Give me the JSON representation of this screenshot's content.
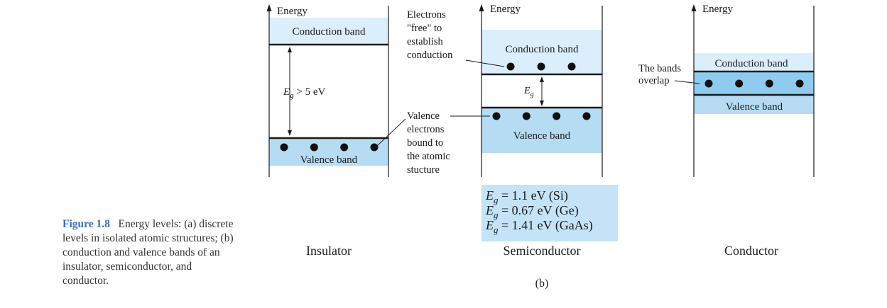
{
  "caption": {
    "figure_label": "Figure 1.8",
    "text": "Energy levels: (a) discrete levels in isolated atomic structures; (b) conduction and valence bands of an insulator, semiconductor, and conductor."
  },
  "insulator": {
    "axis_label": "Energy",
    "conduction_band": "Conduction band",
    "valence_band": "Valence band",
    "gap_label": "E",
    "gap_subscript": "g",
    "gap_value": " > 5 eV",
    "name": "Insulator",
    "electron_count": 4
  },
  "semiconductor": {
    "axis_label": "Energy",
    "conduction_band": "Conduction band",
    "valence_band": "Valence band",
    "gap_label": "E",
    "gap_subscript": "g",
    "name": "Semiconductor",
    "conduction_electron_count": 3,
    "valence_electron_count": 4,
    "note_free": [
      "Electrons",
      "\"free\" to",
      "establish",
      "conduction"
    ],
    "note_bound": [
      "Valence",
      "electrons",
      "bound to",
      "the atomic",
      "stucture"
    ],
    "gaps": [
      {
        "sym": "E",
        "sub": "g",
        "value": " = 1.1 eV (Si)"
      },
      {
        "sym": "E",
        "sub": "g",
        "value": " = 0.67 eV (Ge)"
      },
      {
        "sym": "E",
        "sub": "g",
        "value": " = 1.41 eV (GaAs)"
      }
    ]
  },
  "conductor": {
    "axis_label": "Energy",
    "conduction_band": "Conduction band",
    "valence_band": "Valence band",
    "overlap_note": [
      "The bands",
      "overlap"
    ],
    "name": "Conductor",
    "electron_count": 4
  },
  "part_label": "(b)",
  "colors": {
    "band_light": "#dbeefb",
    "band_mid": "#b6dcf4",
    "overlap": "#8fcbee",
    "gap_box": "#c5e3f7",
    "caption_accent": "#3a6fb5"
  }
}
